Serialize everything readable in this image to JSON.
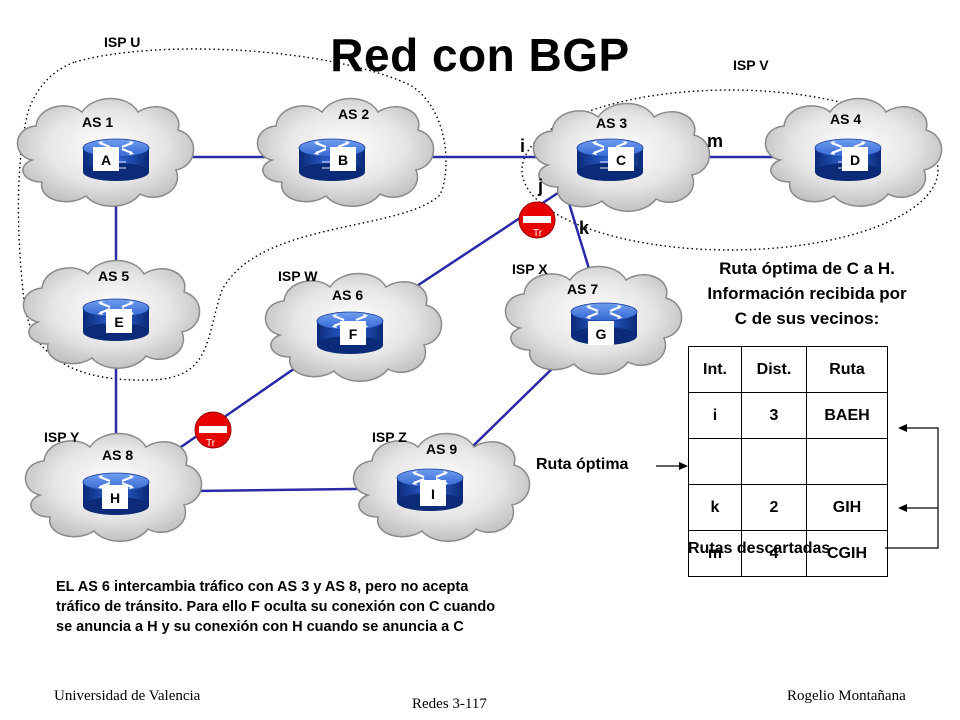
{
  "title": "Red con BGP",
  "isps": {
    "u": "ISP U",
    "v": "ISP V",
    "w": "ISP W",
    "x": "ISP X",
    "y": "ISP Y",
    "z": "ISP Z"
  },
  "as": {
    "as1": "AS 1",
    "as2": "AS 2",
    "as3": "AS 3",
    "as4": "AS 4",
    "as5": "AS 5",
    "as6": "AS 6",
    "as7": "AS 7",
    "as8": "AS 8",
    "as9": "AS 9"
  },
  "routers": {
    "a": "A",
    "b": "B",
    "c": "C",
    "d": "D",
    "e": "E",
    "f": "F",
    "g": "G",
    "h": "H",
    "i": "I"
  },
  "interfaces": {
    "i": "i",
    "j": "j",
    "k": "k",
    "m": "m"
  },
  "filter_label": "Tr",
  "info": {
    "line1": "Ruta óptima de C a H.",
    "line2": "Información recibida por",
    "line3": "C de sus vecinos:"
  },
  "table": {
    "headers": [
      "Int.",
      "Dist.",
      "Ruta"
    ],
    "rows": [
      [
        "i",
        "3",
        "BAEH"
      ],
      [
        "",
        "",
        ""
      ],
      [
        "k",
        "2",
        "GIH"
      ],
      [
        "m",
        "4",
        "CGIH"
      ]
    ]
  },
  "ruta_optima_label": "Ruta óptima",
  "rutas_descartadas_label": "Rutas descartadas",
  "note": {
    "line1": "EL AS 6 intercambia tráfico con AS 3 y AS 8, pero no acepta",
    "line2": "tráfico de tránsito. Para ello F oculta su conexión con C cuando",
    "line3": "se anuncia a H y su conexión con H cuando se anuncia a C"
  },
  "footer": {
    "left": "Universidad de Valencia",
    "center": "Redes 3-117",
    "right": "Rogelio Montañana"
  }
}
